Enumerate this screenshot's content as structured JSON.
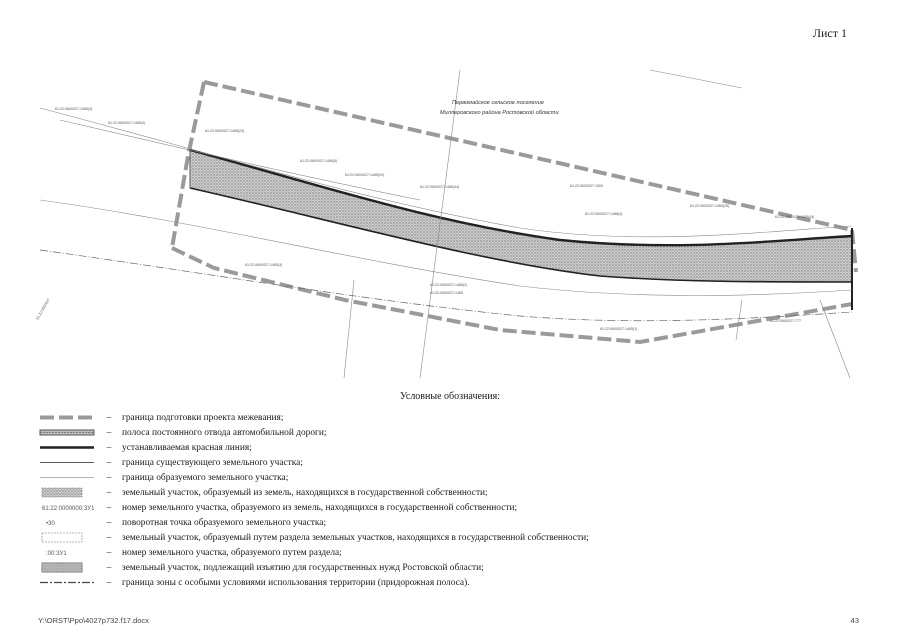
{
  "sheet": {
    "label": "Лист 1"
  },
  "map": {
    "region_label_line1": "Первомайское сельское поселение",
    "region_label_line2": "Миллеровского района Ростовской области"
  },
  "legend": {
    "title": "Условные обозначения:",
    "dash": "–",
    "items": [
      {
        "symbol": "gray-dashed-boundary",
        "text": "граница подготовки проекта межевания;"
      },
      {
        "symbol": "road-right-of-way-band",
        "text": "полоса постоянного отвода автомобильной дороги;"
      },
      {
        "symbol": "thick-red-line",
        "text": "устанавливаемая красная линия;"
      },
      {
        "symbol": "thin-line",
        "text": "граница существующего земельного участка;"
      },
      {
        "symbol": "thin-gray-line",
        "text": "граница образуемого земельного участка;"
      },
      {
        "symbol": "dotted-fill-box",
        "text": "земельный участок, образуемый из земель, находящихся в государственной собственности;"
      },
      {
        "symbol": "number-label",
        "symbol_text": "61:22:0000000:ЗУ1",
        "text": "номер земельного участка, образуемого из земель, находящихся в государственной собственности;"
      },
      {
        "symbol": "point-label",
        "symbol_text": "•30",
        "text": "поворотная точка образуемого земельного участка;"
      },
      {
        "symbol": "dashed-box",
        "text": "земельный участок, образуемый путем раздела земельных участков, находящихся в государственной собственности;"
      },
      {
        "symbol": "number-label",
        "symbol_text": ":00:ЗУ1",
        "text": "номер земельного участка, образуемого путем раздела;"
      },
      {
        "symbol": "hatched-box",
        "text": "земельный участок, подлежащий изъятию для государственных нужд Ростовской области;"
      },
      {
        "symbol": "dash-dot-line",
        "text": "граница зоны с особыми условиями использования территории (придорожная полоса)."
      }
    ]
  },
  "footer": {
    "file_path": "Y:\\ORST\\Ppo\\4027p732.f17.docx",
    "page_number": "43"
  },
  "colors": {
    "ink": "#1a1a1a",
    "boundary_gray": "#9a9a9a",
    "fill_gray": "#bdbdbd"
  }
}
